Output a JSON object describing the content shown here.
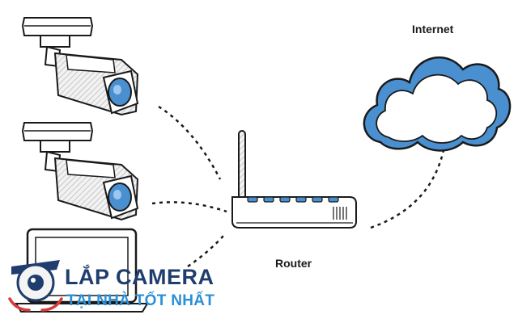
{
  "labels": {
    "internet": "Internet",
    "router": "Router"
  },
  "brand": {
    "line1": "LẮP CAMERA",
    "line2": "TẠI NHÀ TỐT NHẤT"
  },
  "colors": {
    "accent_blue": "#4a8fd0",
    "outline": "#1a1a1a",
    "brand_navy": "#1f3e6d",
    "brand_blue": "#2a8fd6",
    "brand_red": "#d63b3b"
  },
  "icons": [
    "camera-icon",
    "camera-icon",
    "laptop-icon",
    "router-icon",
    "cloud-icon",
    "brand-logo-icon"
  ]
}
